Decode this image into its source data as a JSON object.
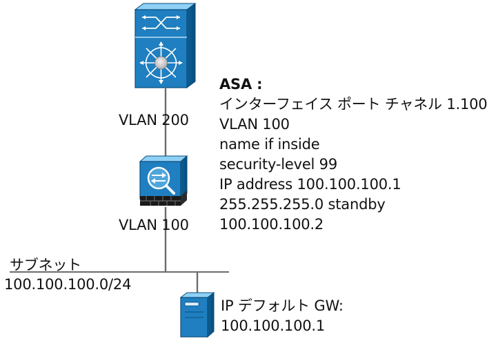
{
  "diagram": {
    "uplink_vlan": "VLAN 200",
    "downlink_vlan": "VLAN 100",
    "asa": {
      "title": "ASA :",
      "lines": [
        "インターフェイス ポート チャネル 1.100",
        "VLAN 100",
        "name if inside",
        "security-level 99",
        "IP address 100.100.100.1",
        "255.255.255.0 standby",
        "100.100.100.2"
      ]
    },
    "subnet": {
      "label": "サブネット",
      "value": "100.100.100.0/24"
    },
    "host": {
      "gateway_label": "IP デフォルト GW:",
      "gateway_value": "100.100.100.1"
    },
    "colors": {
      "device_blue": "#1f7fc0",
      "device_blue_dark": "#0e5f97",
      "device_blue_light": "#67b9ea",
      "line": "#6b6b6b"
    },
    "icons": [
      "switch-icon",
      "asa-firewall-icon",
      "server-icon"
    ]
  }
}
